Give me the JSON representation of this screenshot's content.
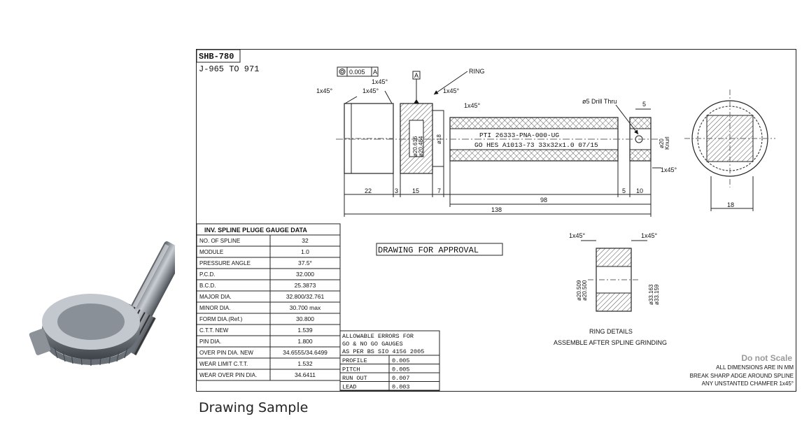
{
  "caption": "Drawing Sample",
  "drawing": {
    "part_no": "SHB-780",
    "sub_no": "J-965 TO 971",
    "tolerance_frame": {
      "value": "0.005",
      "datum": "A"
    },
    "datum_label": "A",
    "ring_label": "RING",
    "chamfers": {
      "c1": "1x45°",
      "c2": "1x45°",
      "c3": "1x45°",
      "c4": "1x45°",
      "c5": "1x45°",
      "c6": "1x45°"
    },
    "drill_note": "ø5 Drill Thru",
    "dims": {
      "d22": "22",
      "d3": "3",
      "d15": "15",
      "d7": "7",
      "d98": "98",
      "d138": "138",
      "d5a": "5",
      "d5b": "5",
      "d10": "10",
      "d18": "18",
      "dia1": "ø20.616",
      "dia2": "ø20.484",
      "dia3": "ø18",
      "dia4": "ø20",
      "knurl": "Knurl"
    },
    "shaft_text1": "PTI 26333-PNA-000-UG",
    "shaft_text2": "GO HES A1013-73 33x32x1.0 07/15",
    "approval": "DRAWING FOR APPROVAL",
    "ring_details": {
      "c1": "1x45°",
      "c2": "1x45°",
      "d1": "ø20.509",
      "d2": "ø20.500",
      "d3": "ø33.163",
      "d4": "ø33.159",
      "title": "RING DETAILS",
      "note": "ASSEMBLE AFTER SPLINE GRINDING"
    },
    "spline_table": {
      "title": "INV. SPLINE PLUGE GAUGE DATA",
      "rows": [
        {
          "label": "NO. OF SPLINE",
          "value": "32"
        },
        {
          "label": "MODULE",
          "value": "1.0"
        },
        {
          "label": "PRESSURE ANGLE",
          "value": "37.5°"
        },
        {
          "label": "P.C.D.",
          "value": "32.000"
        },
        {
          "label": "B.C.D.",
          "value": "25.3873"
        },
        {
          "label": "MAJOR DIA.",
          "value": "32.800/32.761"
        },
        {
          "label": "MINOR DIA.",
          "value": "30.700  max"
        },
        {
          "label": "FORM DIA.(Ref.)",
          "value": "30.800"
        },
        {
          "label": "C.T.T. NEW",
          "value": "1.539"
        },
        {
          "label": "PIN DIA.",
          "value": "1.800"
        },
        {
          "label": "OVER PIN DIA. NEW",
          "value": "34.6555/34.6499"
        },
        {
          "label": "WEAR LIMIT C.T.T.",
          "value": "1.532"
        },
        {
          "label": "WEAR OVER PIN DIA.",
          "value": "34.6411"
        }
      ]
    },
    "errors_table": {
      "title1": "ALLOWABLE ERRORS FOR",
      "title2": "GO & NO GO GAUGES",
      "title3": "AS PER BS SIO 4156 2005",
      "rows": [
        {
          "label": "PROFILE",
          "value": "0.005"
        },
        {
          "label": "PITCH",
          "value": "0.005"
        },
        {
          "label": "RUN OUT",
          "value": "0.007"
        },
        {
          "label": "LEAD",
          "value": "0.003"
        }
      ]
    },
    "notes": {
      "scale": "Do not Scale",
      "n1": "ALL DIMENSIONS ARE IN MM",
      "n2": "BREAK SHARP ADGE AROUND SPLINE",
      "n3": "ANY UNSTANTED CHAMFER 1x45°"
    }
  }
}
